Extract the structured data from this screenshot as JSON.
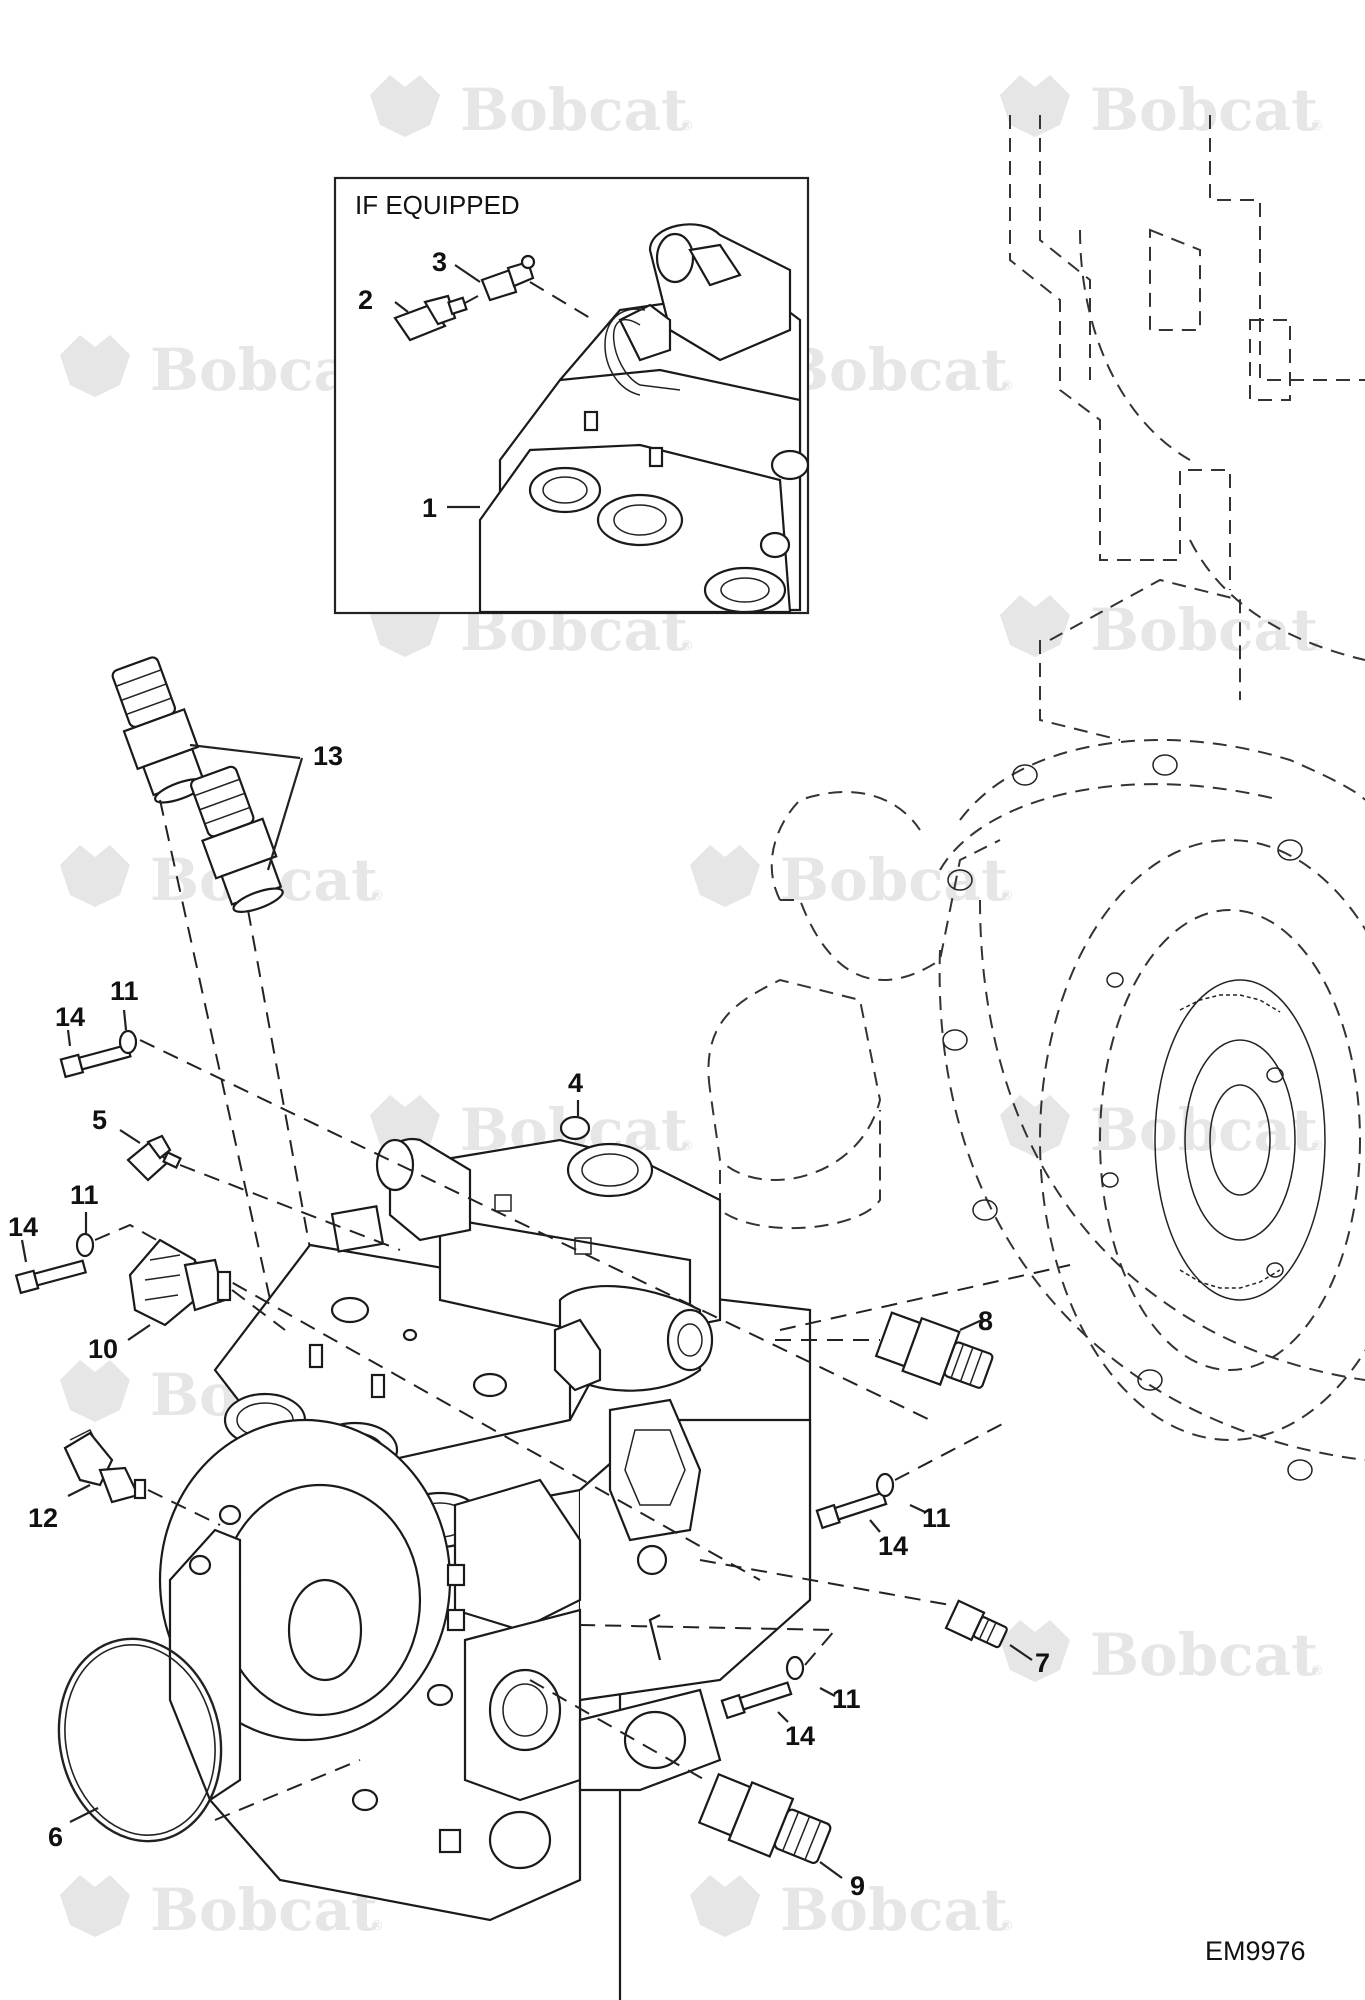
{
  "inset": {
    "title": "IF EQUIPPED"
  },
  "callouts": {
    "c1": "1",
    "c2": "2",
    "c3": "3",
    "c4": "4",
    "c5": "5",
    "c6": "6",
    "c7": "7",
    "c8": "8",
    "c9": "9",
    "c10": "10",
    "c11a": "11",
    "c11b": "11",
    "c11c": "11",
    "c11d": "11",
    "c12": "12",
    "c13": "13",
    "c14a": "14",
    "c14b": "14",
    "c14c": "14",
    "c14d": "14"
  },
  "drawing_id": "EM9976",
  "watermark": {
    "brand": "Bobcat"
  },
  "colors": {
    "line": "#222222",
    "watermark": "#e6e6e6",
    "background": "#ffffff"
  }
}
